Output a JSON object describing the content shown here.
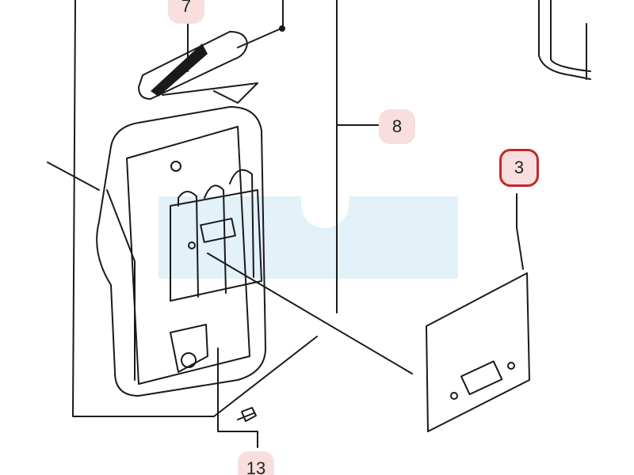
{
  "diagram": {
    "callouts": [
      {
        "label": "7",
        "part": "heat-shield"
      },
      {
        "label": "8",
        "part": "muffler-assembly"
      },
      {
        "label": "3",
        "part": "muffler-gasket",
        "selected": true
      },
      {
        "label": "13",
        "part": "screw"
      }
    ],
    "colors": {
      "callout_bg": "#f8dede",
      "selected_border": "#c0282a",
      "watermark": "#e3f1f9",
      "line": "#1a1a1a"
    }
  }
}
